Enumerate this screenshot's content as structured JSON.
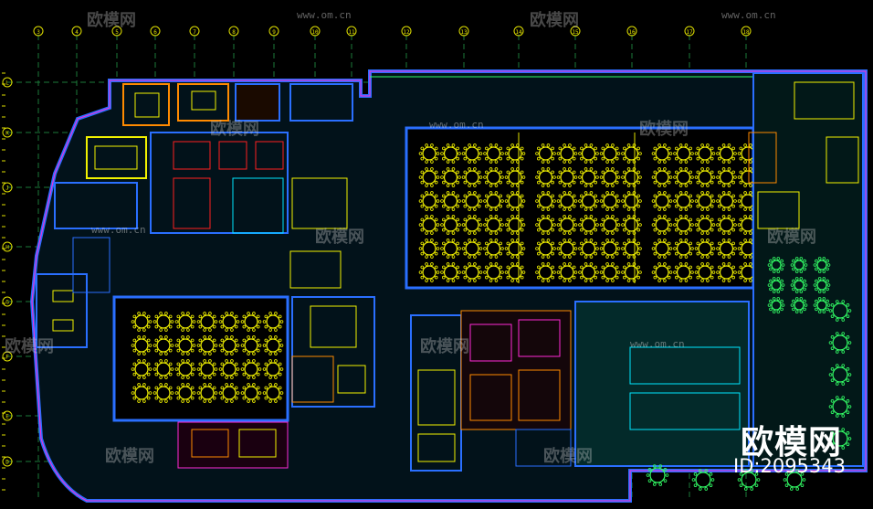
{
  "drawing": {
    "watermark_brand": "欧模网",
    "watermark_url": "www.om.cn",
    "watermark_id": "ID:2095343",
    "colors": {
      "wall": "#2a6fff",
      "grid": "#1d7a3a",
      "axis_text": "#e0e000",
      "furniture": "#f2f200",
      "accent_magenta": "#ff2bd6",
      "accent_orange": "#ff8a00",
      "accent_cyan": "#00e5ff",
      "hatch": "#0d8a8a",
      "red_line": "#ff2020",
      "outline_green": "#33ff66"
    },
    "grid_columns": [
      "3",
      "4",
      "5",
      "6",
      "7",
      "8",
      "9",
      "10",
      "11",
      "12",
      "13",
      "14",
      "15",
      "16",
      "17",
      "18"
    ],
    "grid_rows": [
      "L",
      "K",
      "J",
      "H",
      "G",
      "F",
      "E",
      "D"
    ]
  }
}
